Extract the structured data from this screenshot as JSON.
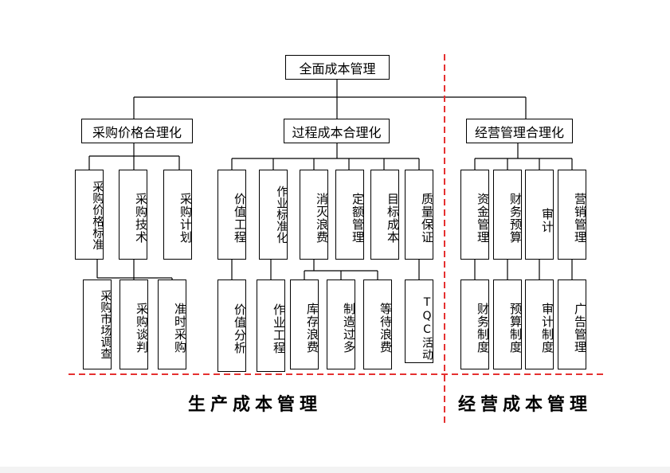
{
  "diagram": {
    "root": "全面成本管理",
    "branches": [
      {
        "label": "采购价格合理化",
        "level2": [
          "采购价格标准",
          "采购技术",
          "采购计划"
        ],
        "level3": [
          "采购市场调查",
          "采购谈判",
          "准时采购"
        ]
      },
      {
        "label": "过程成本合理化",
        "level2": [
          "价值工程",
          "作业标准化",
          "消灭浪费",
          "定额管理",
          "目标成本",
          "质量保证"
        ],
        "level3": [
          "价值分析",
          "作业工程",
          "库存浪费",
          "制造过多",
          "等待浪费",
          "TQC活动"
        ]
      },
      {
        "label": "经营管理合理化",
        "level2": [
          "资金管理",
          "财务预算",
          "审计",
          "营销管理"
        ],
        "level3": [
          "财务制度",
          "预算制度",
          "审计制度",
          "广告管理"
        ]
      }
    ],
    "region_labels": {
      "production": "生产成本管理",
      "operation": "经营成本管理"
    },
    "colors": {
      "divider": "#e53030",
      "line": "#000000"
    }
  }
}
